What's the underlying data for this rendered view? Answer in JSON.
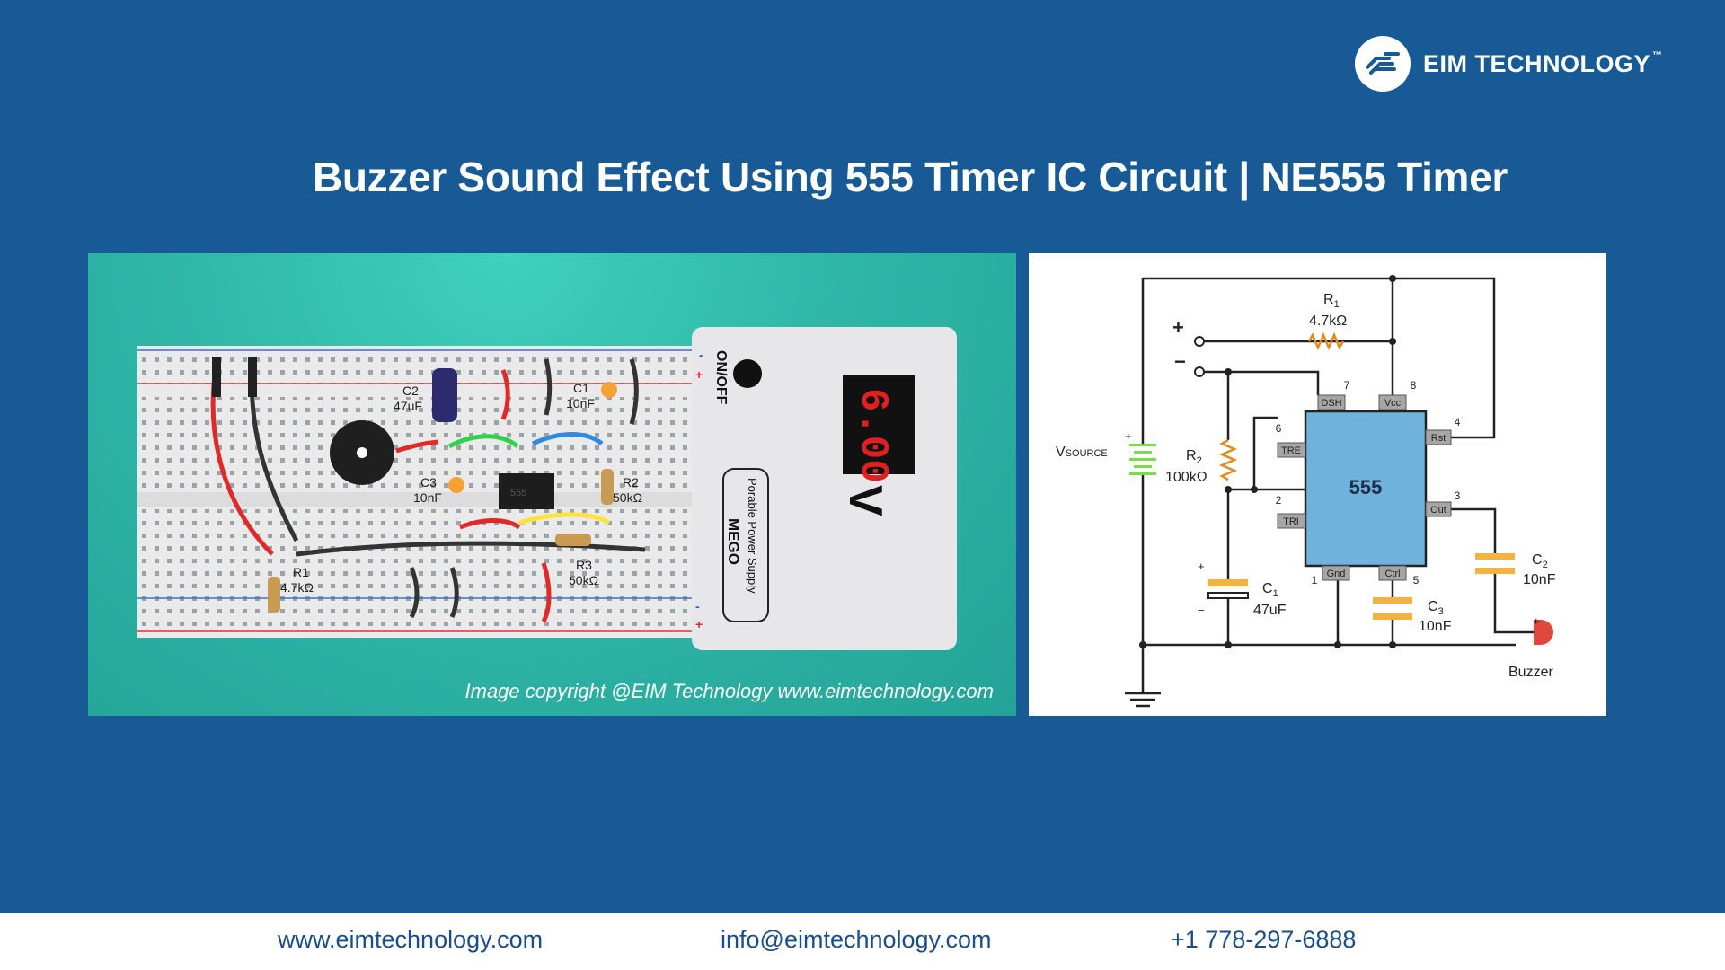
{
  "brand": {
    "name": "EIM TECHNOLOGY",
    "tm": "™"
  },
  "title": "Buzzer Sound Effect Using 555 Timer IC Circuit | NE555 Timer",
  "breadboard": {
    "copyright": "Image copyright @EIM Technology www.eimtechnology.com",
    "supply": {
      "switch_label": "ON/OFF",
      "line1": "Porable Power Supply",
      "line2": "MEGO",
      "display": "6.00",
      "unit": "V"
    },
    "components": {
      "c2": {
        "name": "C2",
        "value": "47uF"
      },
      "c1": {
        "name": "C1",
        "value": "10nF"
      },
      "c3": {
        "name": "C3",
        "value": "10nF"
      },
      "r1": {
        "name": "R1",
        "value": "4.7kΩ"
      },
      "r2": {
        "name": "R2",
        "value": "50kΩ"
      },
      "r3": {
        "name": "R3",
        "value": "50kΩ"
      },
      "ic": "555"
    }
  },
  "schematic": {
    "plus": "+",
    "minus": "−",
    "vsource": "V",
    "vsource_sub": "SOURCE",
    "r1": {
      "name": "R",
      "sub": "1",
      "value": "4.7kΩ"
    },
    "r2": {
      "name": "R",
      "sub": "2",
      "value": "100kΩ"
    },
    "c1": {
      "name": "C",
      "sub": "1",
      "value": "47uF"
    },
    "c2": {
      "name": "C",
      "sub": "2",
      "value": "10nF"
    },
    "c3": {
      "name": "C",
      "sub": "3",
      "value": "10nF"
    },
    "ic_label": "555",
    "pins": {
      "dsh": "DSH",
      "vcc": "Vcc",
      "rst": "Rst",
      "tre": "TRE",
      "tri": "TRI",
      "out": "Out",
      "gnd": "Gnd",
      "ctrl": "Ctrl"
    },
    "pin_numbers": {
      "p7": "7",
      "p8": "8",
      "p4": "4",
      "p6": "6",
      "p2": "2",
      "p3": "3",
      "p1": "1",
      "p5": "5"
    },
    "buzzer": "Buzzer"
  },
  "footer": {
    "website": "www.eimtechnology.com",
    "email": "info@eimtechnology.com",
    "phone": "+1 778-297-6888"
  }
}
